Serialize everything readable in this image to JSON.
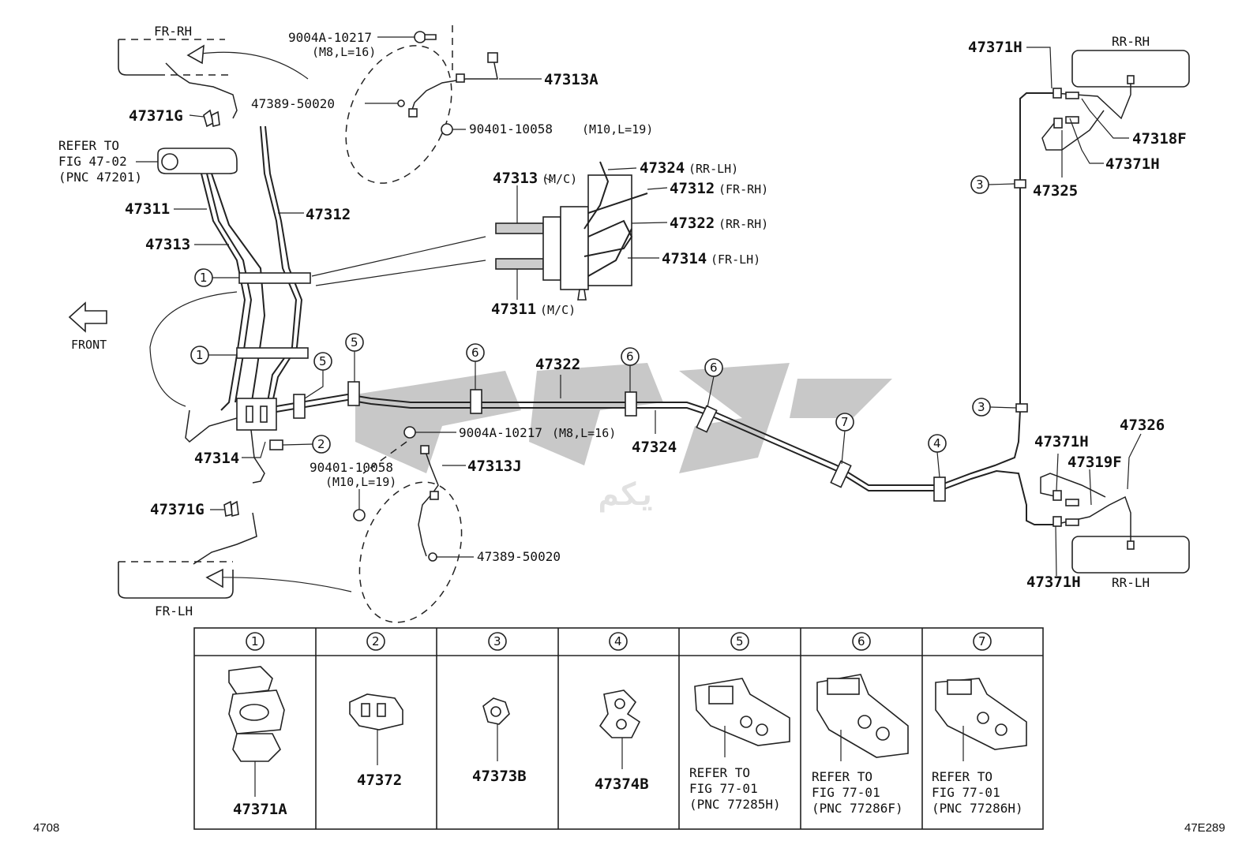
{
  "watermark": "يكم",
  "footer": {
    "left": "4708",
    "right": "47E289"
  },
  "front_label": "FRONT",
  "wheels": {
    "fr_rh": "FR-RH",
    "fr_lh": "FR-LH",
    "rr_rh": "RR-RH",
    "rr_lh": "RR-LH"
  },
  "refer_master": {
    "l1": "REFER TO",
    "l2": "FIG 47-02",
    "l3": "(PNC 47201)"
  },
  "parts": {
    "p9004a_top": "9004A-10217",
    "p9004a_top_spec": "(M8,L=16)",
    "p47313a": "47313A",
    "p47389_top": "47389-50020",
    "p90401_top": "90401-10058",
    "p90401_top_spec": "(M10,L=19)",
    "p47371g_top": "47371G",
    "p47311": "47311",
    "p47313": "47313",
    "p47312": "47312",
    "p47314": "47314",
    "p47371g_bot": "47371G",
    "p9004a_bot": "9004A-10217",
    "p9004a_bot_spec": "(M8,L=16)",
    "p47313j": "47313J",
    "p90401_bot": "90401-10058",
    "p90401_bot_spec": "(M10,L=19)",
    "p47389_bot": "47389-50020",
    "p47322": "47322",
    "p47324": "47324",
    "p47371h_tl": "47371H",
    "p47318f": "47318F",
    "p47371h_tr": "47371H",
    "p47325": "47325",
    "p47371h_ml": "47371H",
    "p47326": "47326",
    "p47319f": "47319F",
    "p47371h_bl": "47371H"
  },
  "inset": {
    "i47313": "47313",
    "i47313_tag": "(M/C)",
    "i47311": "47311",
    "i47311_tag": "(M/C)",
    "i47324": "47324",
    "i47324_tag": "(RR-LH)",
    "i47312": "47312",
    "i47312_tag": "(FR-RH)",
    "i47322": "47322",
    "i47322_tag": "(RR-RH)",
    "i47314": "47314",
    "i47314_tag": "(FR-LH)"
  },
  "callouts": {
    "c1a": "1",
    "c1b": "1",
    "c2": "2",
    "c3a": "3",
    "c3b": "3",
    "c4": "4",
    "c5a": "5",
    "c5b": "5",
    "c6a": "6",
    "c6b": "6",
    "c6c": "6",
    "c7": "7"
  },
  "legend": [
    {
      "num": "1",
      "part": "47371A"
    },
    {
      "num": "2",
      "part": "47372"
    },
    {
      "num": "3",
      "part": "47373B"
    },
    {
      "num": "4",
      "part": "47374B"
    },
    {
      "num": "5",
      "ref1": "REFER TO",
      "ref2": "FIG 77-01",
      "ref3": "(PNC 77285H)"
    },
    {
      "num": "6",
      "ref1": "REFER TO",
      "ref2": "FIG 77-01",
      "ref3": "(PNC 77286F)"
    },
    {
      "num": "7",
      "ref1": "REFER TO",
      "ref2": "FIG 77-01",
      "ref3": "(PNC 77286H)"
    }
  ]
}
